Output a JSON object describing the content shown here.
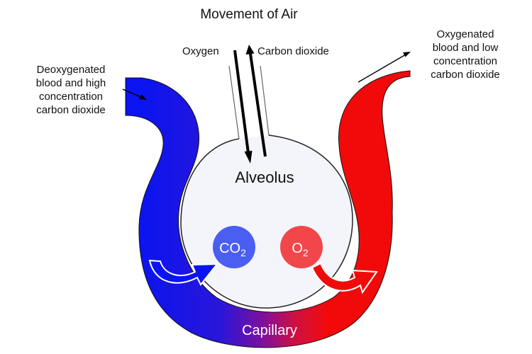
{
  "title": "Movement of Air",
  "gas_labels": {
    "oxygen": "Oxygen",
    "carbon_dioxide": "Carbon dioxide"
  },
  "left_note": [
    "Deoxygenated",
    "blood and high",
    "concentration",
    "carbon dioxide"
  ],
  "right_note": [
    "Oxygenated",
    "blood and low",
    "concentration",
    "carbon dioxide"
  ],
  "alveolus_label": "Alveolus",
  "co2_label": {
    "base": "CO",
    "sub": "2"
  },
  "o2_label": {
    "base": "O",
    "sub": "2"
  },
  "capillary_label": "Capillary",
  "colors": {
    "deoxygenated": "#0b14f0",
    "oxygenated": "#f20a0a",
    "alveolus_fill": "#f4f4fb",
    "co2_circle": "#4a5ef2",
    "o2_circle": "#f2474a",
    "gradient_mid": "#7a10a0"
  }
}
